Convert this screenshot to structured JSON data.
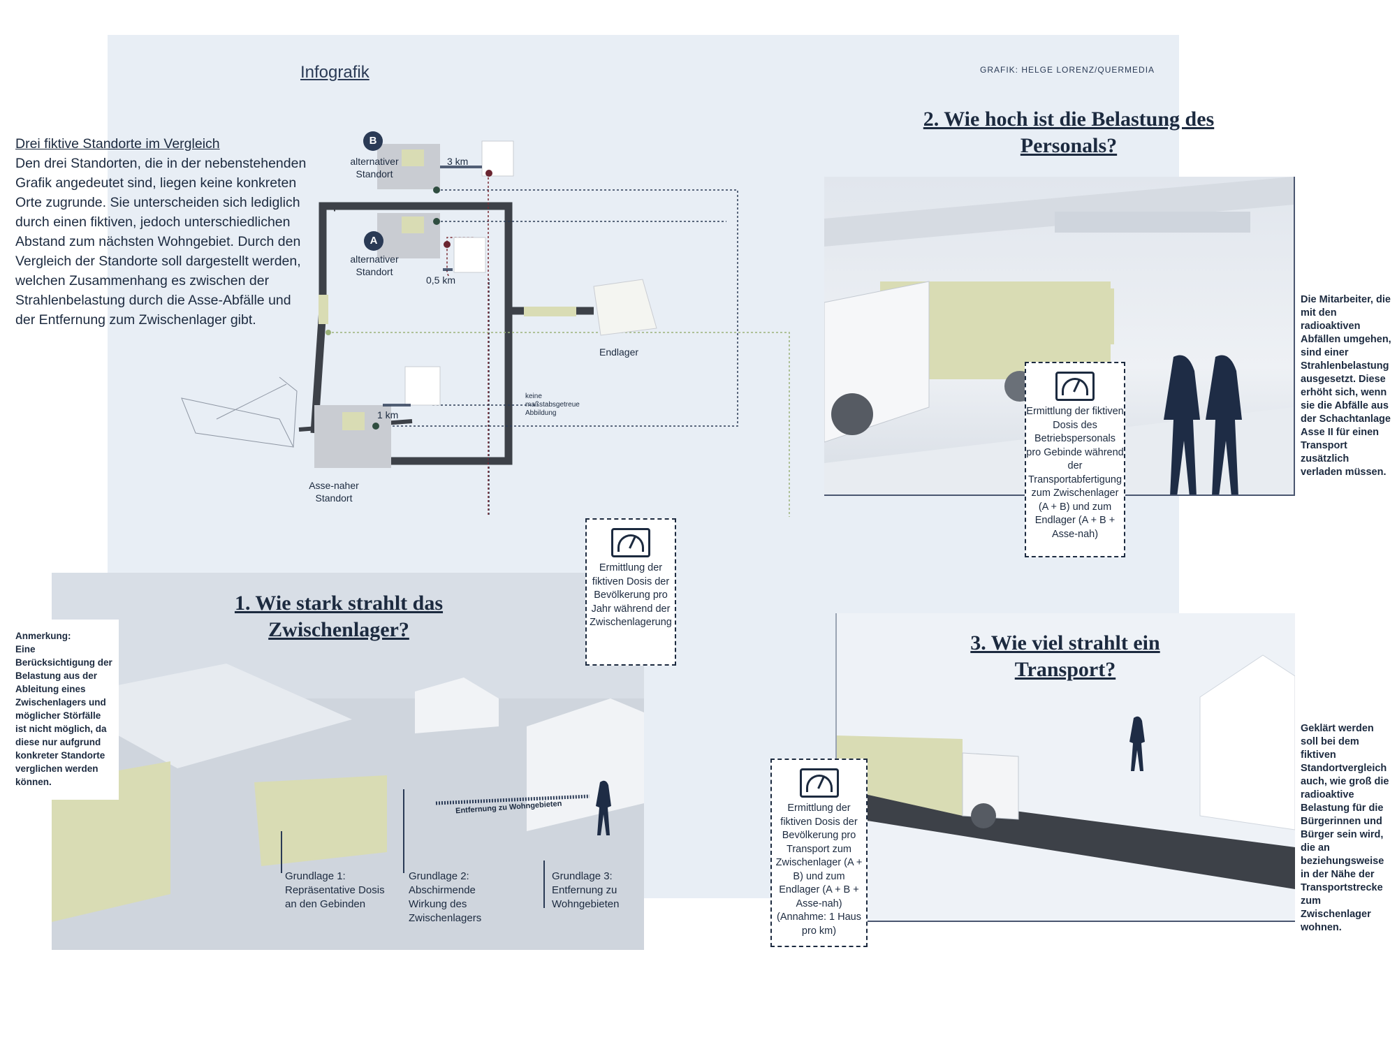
{
  "header": {
    "title": "Infografik",
    "credit": "GRAFIK: HELGE LORENZ/QUERMEDIA"
  },
  "intro": {
    "heading": "Drei fiktive Standorte im Vergleich",
    "body": "Den drei Standorten, die in der nebenstehenden Grafik angedeutet sind, liegen keine konkreten Orte zugrunde. Sie unterscheiden sich lediglich durch einen fiktiven, jedoch unterschiedlichen Abstand zum nächsten Wohngebiet. Durch den Vergleich der Standorte soll dargestellt werden, welchen Zusammenhang es zwischen der Strahlenbelastung durch die Asse-Abfälle und der Entfernung zum Zwischenlager gibt."
  },
  "map": {
    "badge_b": "B",
    "badge_a": "A",
    "site_b": "alternativer Standort",
    "site_a": "alternativer Standort",
    "site_asse": "Asse-naher Standort",
    "dist_b": "3 km",
    "dist_a": "0,5 km",
    "dist_asse": "1 km",
    "endlager": "Endlager",
    "scale_note": "keine maßstabsgetreue Abbildung"
  },
  "questions": {
    "q1": "1. Wie stark strahlt das Zwischenlager?",
    "q2": "2. Wie hoch ist die Belastung des Personals?",
    "q3": "3. Wie viel strahlt ein Transport?"
  },
  "boxes": {
    "box1": "Ermittlung der fiktiven Dosis der Bevölkerung pro Jahr während der Zwischenlagerung",
    "box2": "Ermittlung der fiktiven Dosis des Betriebspersonals pro Gebinde während der Transportabfertigung zum Zwischenlager (A + B) und zum Endlager (A + B + Asse-nah)",
    "box3": "Ermittlung der fiktiven Dosis der Bevölkerung pro Transport zum Zwischenlager (A + B) und zum Endlager (A + B + Asse-nah) (Annahme: 1 Haus pro km)"
  },
  "note": {
    "label": "Anmerkung:",
    "text": "Eine Berücksichtigung der Belastung aus der Ableitung eines Zwischenlagers und möglicher Störfälle ist nicht möglich, da diese nur aufgrund konkreter Standorte verglichen werden können."
  },
  "side_texts": {
    "staff": "Die Mitarbeiter, die mit den radioaktiven Abfällen umgehen, sind einer Strahlenbelastung ausgesetzt. Diese erhöht sich, wenn sie die Abfälle aus der Schachtanlage Asse II für einen Transport zusätzlich verladen müssen.",
    "transport": "Geklärt werden soll bei dem fiktiven Standortvergleich auch, wie groß die radioaktive Belastung für die Bürgerinnen und Bürger sein wird, die an beziehungsweise in der Nähe der Transportstrecke zum Zwischenlager wohnen."
  },
  "foundations": {
    "g1": "Grundlage 1: Repräsentative Dosis an den Gebinden",
    "g2": "Grundlage 2: Abschirmende Wirkung des Zwischenlagers",
    "g3": "Grundlage 3: Entfernung zu Wohngebieten",
    "distance_label": "Entfernung zu Wohngebieten"
  },
  "colors": {
    "navy": "#1c2a3f",
    "panel_bg": "#e8eef5",
    "container": "#d9dcb4",
    "road": "#3d4148"
  }
}
